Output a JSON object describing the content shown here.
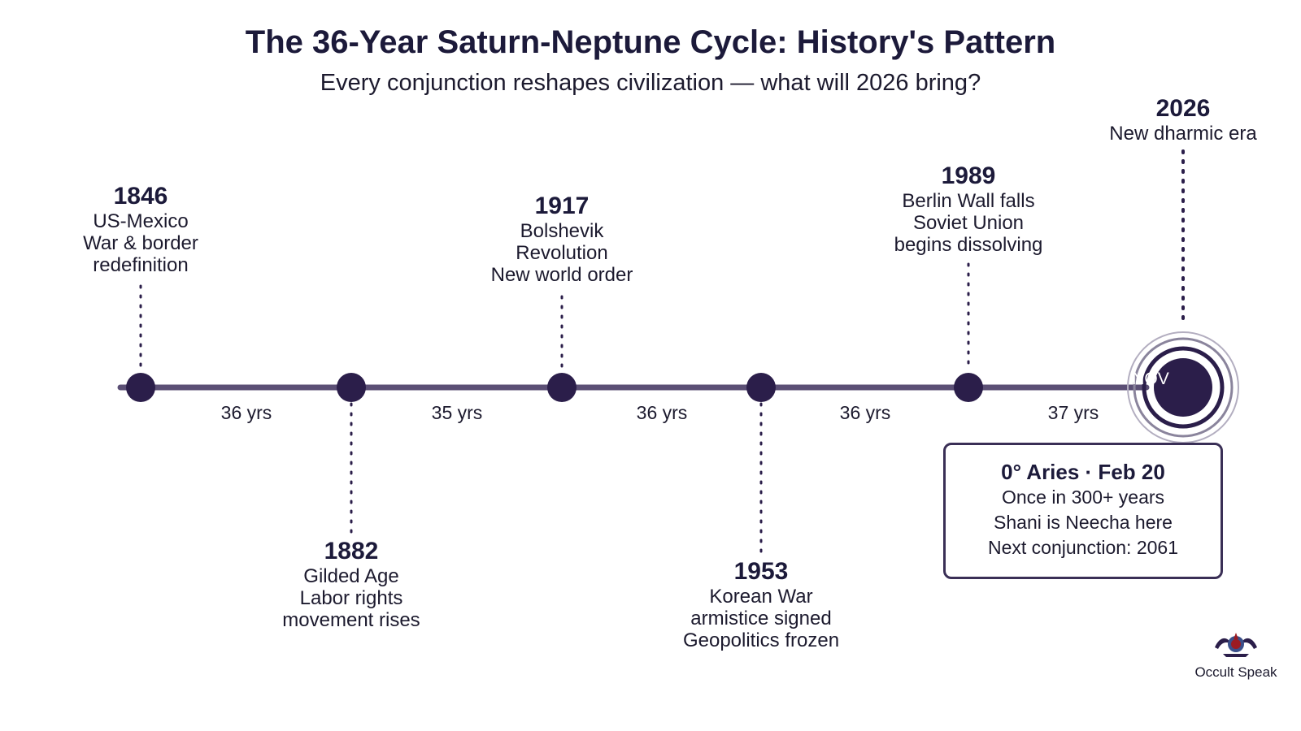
{
  "title": "The 36-Year Saturn-Neptune Cycle: History's Pattern",
  "subtitle": "Every conjunction reshapes civilization — what will 2026 bring?",
  "colors": {
    "accent": "#2b1e4a",
    "line": "#5b4f75",
    "dots": "#3a2f56",
    "ring": "#8a849c"
  },
  "events": [
    {
      "year": "1846",
      "lines": [
        "US-Mexico",
        "War & border",
        "redefinition"
      ],
      "position": "above"
    },
    {
      "year": "1882",
      "lines": [
        "Gilded Age",
        "Labor rights",
        "movement rises"
      ],
      "position": "below"
    },
    {
      "year": "1917",
      "lines": [
        "Bolshevik",
        "Revolution",
        "New world order"
      ],
      "position": "above"
    },
    {
      "year": "1953",
      "lines": [
        "Korean War",
        "armistice signed",
        "Geopolitics frozen"
      ],
      "position": "below"
    },
    {
      "year": "1989",
      "lines": [
        "Berlin Wall falls",
        "Soviet Union",
        "begins dissolving"
      ],
      "position": "above"
    },
    {
      "year": "2026",
      "lines": [
        "New dharmic era"
      ],
      "position": "above"
    }
  ],
  "gaps": [
    "36 yrs",
    "35 yrs",
    "36 yrs",
    "36 yrs",
    "37 yrs"
  ],
  "final_marker": "NOV",
  "info_box": {
    "title": "0° Aries · Feb 20",
    "lines": [
      "Once in 300+ years",
      "Shani is Neecha here",
      "Next conjunction: 2061"
    ]
  },
  "brand": {
    "name": "Occult Speak",
    "icon": "occult-speak-logo-icon"
  }
}
